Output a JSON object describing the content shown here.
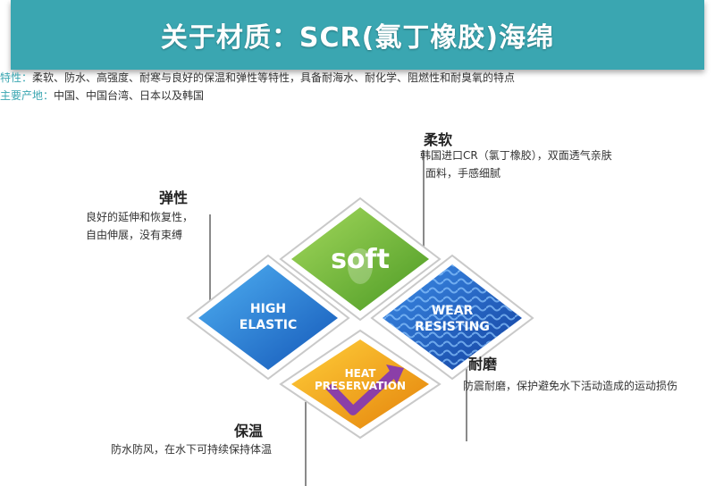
{
  "banner": {
    "title": "关于材质：SCR(氯丁橡胶)海绵"
  },
  "properties": {
    "feature_label": "特性：",
    "feature_text": "柔软、防水、高强度、耐寒与良好的保温和弹性等特性，具备耐海水、耐化学、阻燃性和耐臭氧的特点",
    "origin_label": "主要产地：",
    "origin_text": "中国、中国台湾、日本以及韩国"
  },
  "features": {
    "soft": {
      "heading": "柔软",
      "desc_line1": "韩国进口CR（氯丁橡胶），双面透气亲肤",
      "desc_line2": "面料，手感细腻",
      "tile_text": "soft",
      "color": "#6fb33a"
    },
    "elastic": {
      "heading": "弹性",
      "desc_line1": "良好的延伸和恢复性，",
      "desc_line2": "自由伸展，没有束缚",
      "tile_line1": "HIGH",
      "tile_line2": "ELASTIC",
      "color": "#1f7fd6"
    },
    "wear": {
      "heading": "耐磨",
      "desc_line1": "防震耐磨，保护避免水下活动造成的运动损伤",
      "tile_line1": "WEAR",
      "tile_line2": "RESISTING",
      "color": "#1e5fc9"
    },
    "heat": {
      "heading": "保温",
      "desc_line1": "防水防风，在水下可持续保持体温",
      "tile_line1": "HEAT",
      "tile_line2": "PRESERVATION",
      "color": "#f2a417"
    }
  }
}
